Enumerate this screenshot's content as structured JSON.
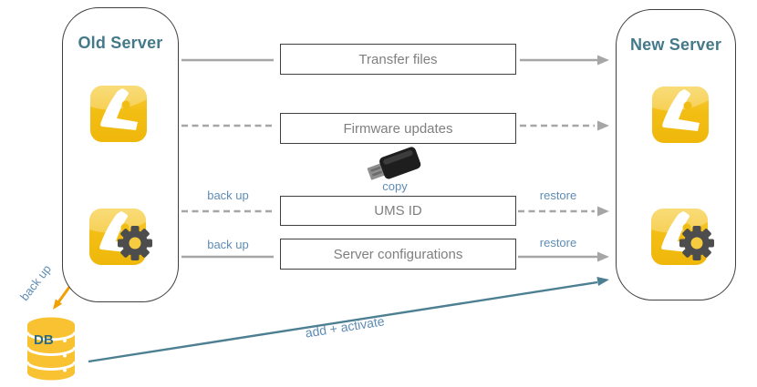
{
  "diagram": {
    "old_server": {
      "title": "Old Server"
    },
    "new_server": {
      "title": "New Server"
    },
    "steps": [
      {
        "label": "Transfer files"
      },
      {
        "label": "Firmware updates"
      },
      {
        "label": "UMS ID"
      },
      {
        "label": "Server configurations"
      }
    ],
    "usb": {
      "label": "copy"
    },
    "db": {
      "label": "DB",
      "back_up_label": "back up"
    },
    "flows": {
      "ums_id_backup": "back up",
      "config_backup": "back up",
      "ums_id_restore": "restore",
      "config_restore": "restore",
      "add_activate": "add + activate"
    },
    "icons": [
      "ums-console-icon",
      "ums-server-gear-icon",
      "usb-stick-icon",
      "database-icon",
      "up-down-arrow-icon",
      "right-arrow-icon"
    ],
    "colors": {
      "header_teal": "#44798A",
      "label_blue": "#5E8CB4",
      "arrow_gray": "#A6A6A6",
      "box_border": "#3F3F3F",
      "box_text": "#7F7F7F",
      "orange_arrow": "#F2A104",
      "teal_line": "#4C7F92",
      "icon_gold": "#F3BE14",
      "gear_gray": "#4D4D4D",
      "db_text_teal": "#2F6B7C"
    }
  }
}
